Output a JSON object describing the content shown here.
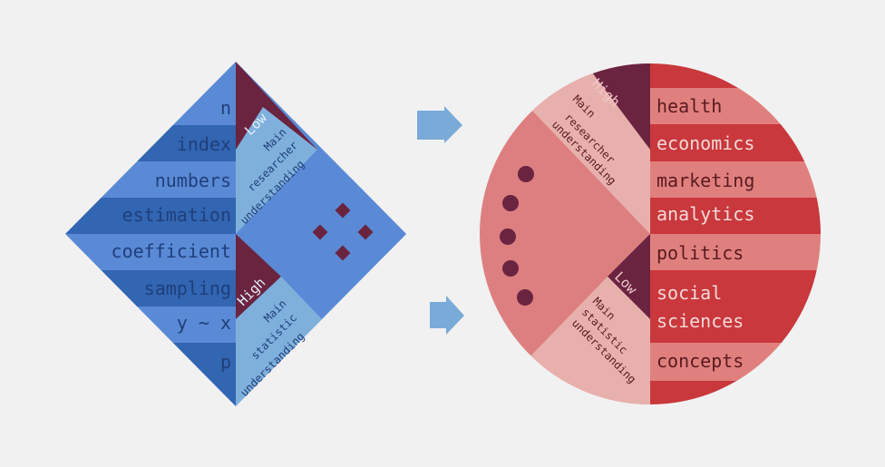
{
  "colors": {
    "background": "#f1f1f1",
    "blue_dark": "#3265b2",
    "blue_mid": "#5a8ad6",
    "blue_light": "#7fb0dc",
    "blue_text": "#1f3f7a",
    "maroon": "#6a2440",
    "red_dark": "#c9383c",
    "red_light": "#e0807e",
    "pink_mid": "#dd7f80",
    "pink_light": "#e8b0ad",
    "red_text": "#5a1a20",
    "arrow": "#7aabd8"
  },
  "left_diamond": {
    "terms": [
      "n",
      "index",
      "numbers",
      "estimation",
      "coefficient",
      "sampling",
      "y ~ x",
      "p"
    ],
    "low_label": "Low",
    "high_label": "High",
    "researcher_label": [
      "Main",
      "researcher",
      "understanding"
    ],
    "statistic_label": [
      "Main",
      "statistic",
      "understanding"
    ]
  },
  "right_circle": {
    "terms": [
      "health",
      "economics",
      "marketing",
      "analytics",
      "politics",
      "social",
      "sciences",
      "concepts"
    ],
    "high_label": "High",
    "low_label": "Low",
    "researcher_label": [
      "Main",
      "researcher",
      "understanding"
    ],
    "statistic_label": [
      "Main",
      "statistic",
      "understanding"
    ]
  },
  "icons": [
    "arrow-right-icon",
    "arrow-right-icon",
    "diamond-dots-icon",
    "circle-dots-icon"
  ]
}
